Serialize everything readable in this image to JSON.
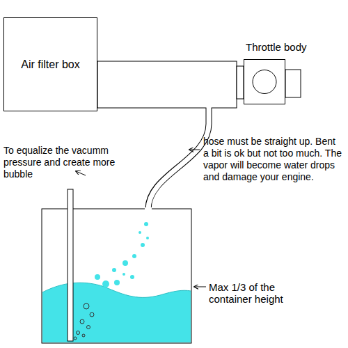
{
  "diagram": {
    "nodes": [
      {
        "text": [
          "Air filter box"
        ]
      },
      {
        "text": [
          "Throttle body"
        ]
      }
    ],
    "labels": [
      "To equalize the vacumm pressure and create more bubble",
      "hose must be straight up. Bent a bit is ok but not too much. The vapor will become water drops and damage your engine.",
      "Max 1/3 of the container height"
    ]
  }
}
